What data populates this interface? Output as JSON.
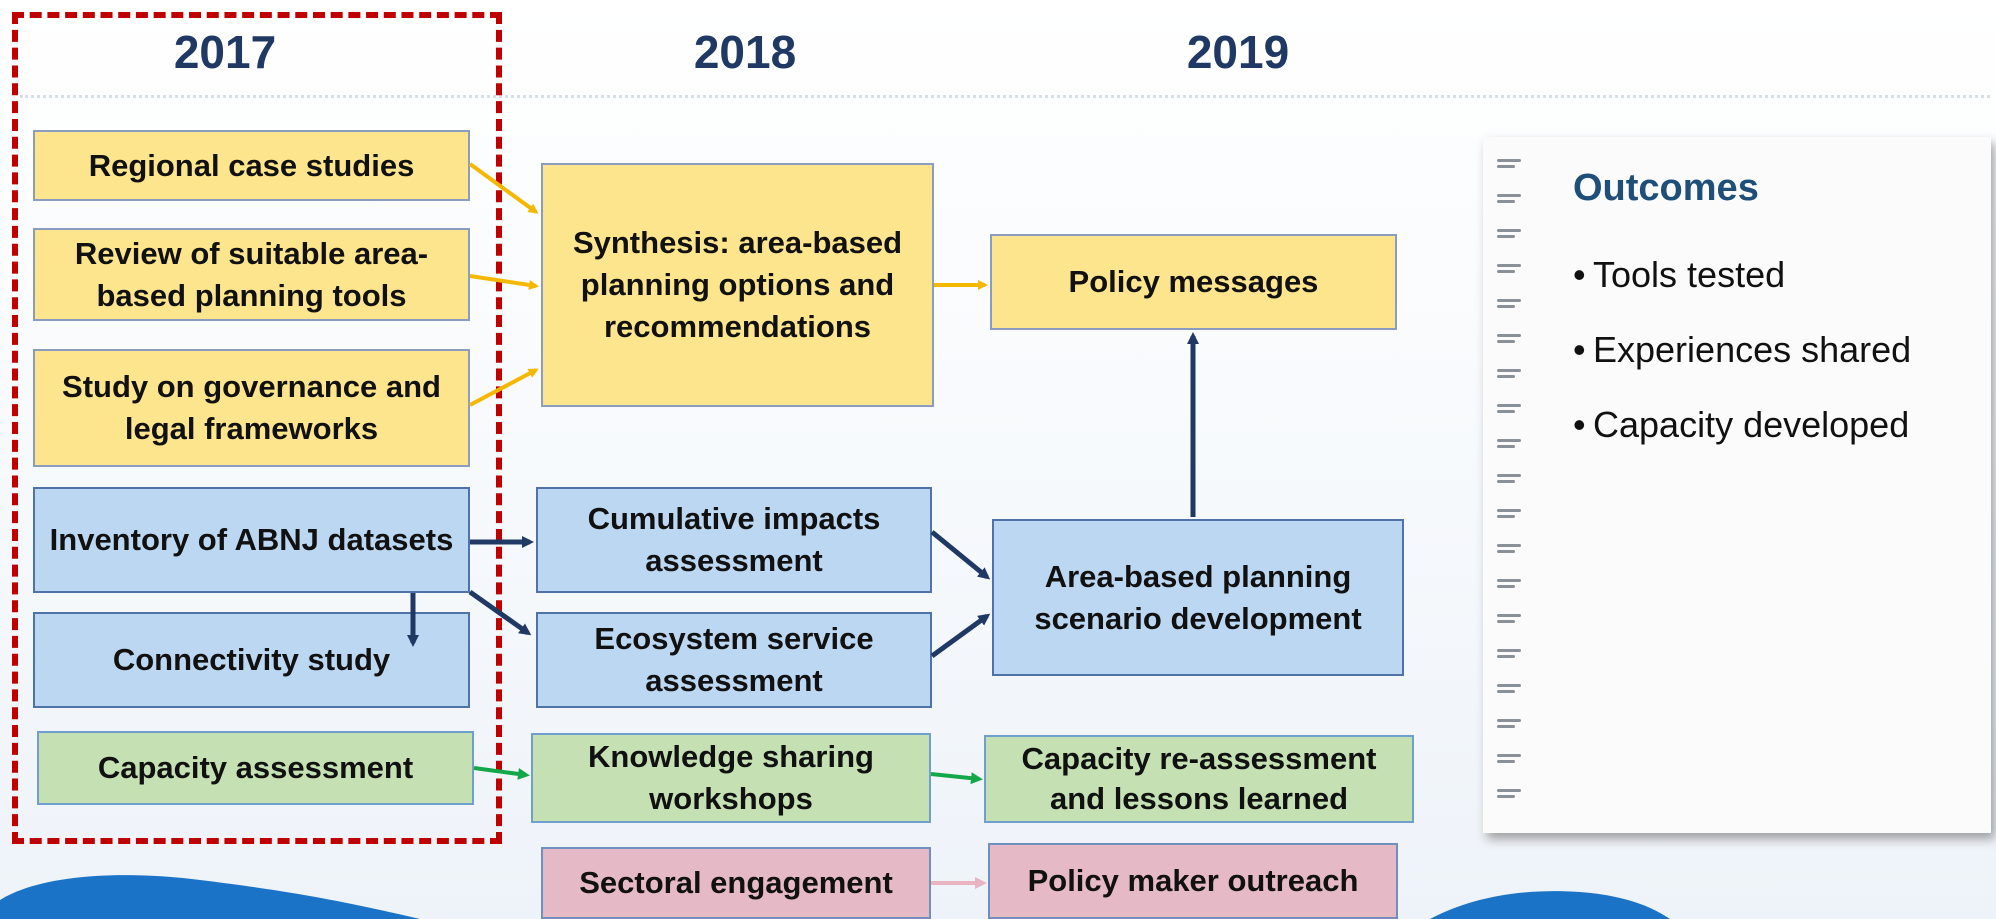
{
  "years": [
    "2017",
    "2018",
    "2019"
  ],
  "boxes": {
    "regional_case_studies": "Regional case studies",
    "review_tools": "Review of suitable area-based planning tools",
    "governance_study": "Study on governance and legal frameworks",
    "synthesis": "Synthesis: area-based planning options and recommendations",
    "policy_messages": "Policy messages",
    "inventory": "Inventory of ABNJ datasets",
    "connectivity": "Connectivity study",
    "cumulative": "Cumulative impacts assessment",
    "ecosystem": "Ecosystem service assessment",
    "scenario": "Area-based planning scenario development",
    "capacity_assessment": "Capacity assessment",
    "knowledge_sharing": "Knowledge sharing workshops",
    "capacity_reassessment": "Capacity re-assessment and lessons learned",
    "sectoral": "Sectoral engagement",
    "policy_outreach": "Policy maker outreach"
  },
  "outcomes": {
    "title": "Outcomes",
    "items": [
      "Tools tested",
      "Experiences shared",
      "Capacity developed"
    ]
  },
  "colors": {
    "yellow": "#fde58d",
    "blue": "#bcd7f1",
    "green": "#c5e1b4",
    "pink": "#e6b9c6",
    "frame": "#c00000",
    "arrow_yellow": "#f5b800",
    "arrow_blue": "#1f3864",
    "arrow_green": "#12a84a",
    "arrow_pink": "#e8b4c2"
  }
}
